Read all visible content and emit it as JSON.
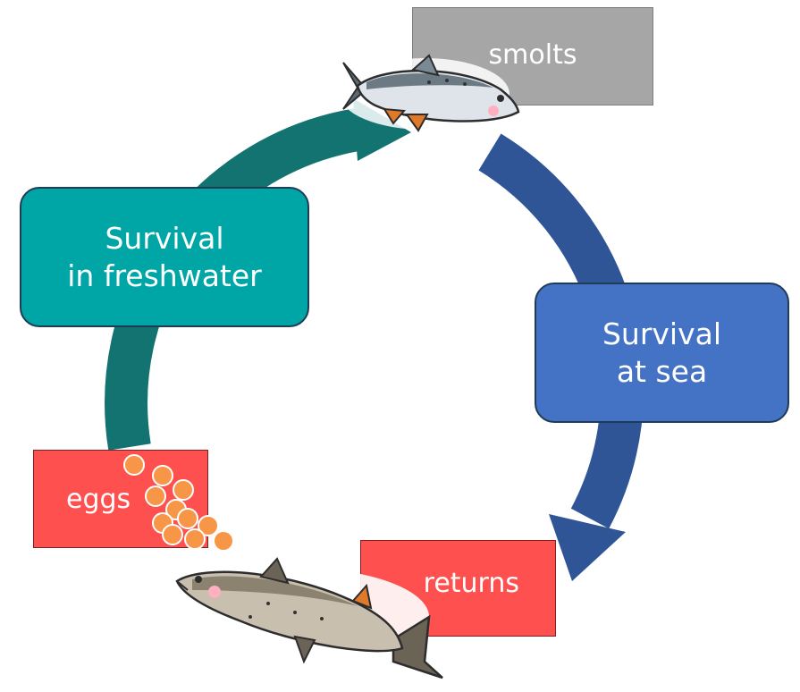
{
  "stages": {
    "smolts": "smolts",
    "freshwater_line1": "Survival",
    "freshwater_line2": "in freshwater",
    "sea_line1": "Survival",
    "sea_line2": "at sea",
    "eggs": "eggs",
    "returns": "returns"
  },
  "colors": {
    "freshwater": "#00a6a6",
    "sea": "#4472c4",
    "freshwater_arrow": "#137370",
    "sea_arrow": "#2f5597",
    "smolts": "#a6a6a6",
    "eggs": "#ff5050",
    "returns": "#ff5050",
    "egg_dot": "#f79646"
  },
  "icons": [
    "smolt-fish-icon",
    "adult-salmon-icon",
    "egg-cluster-icon"
  ]
}
